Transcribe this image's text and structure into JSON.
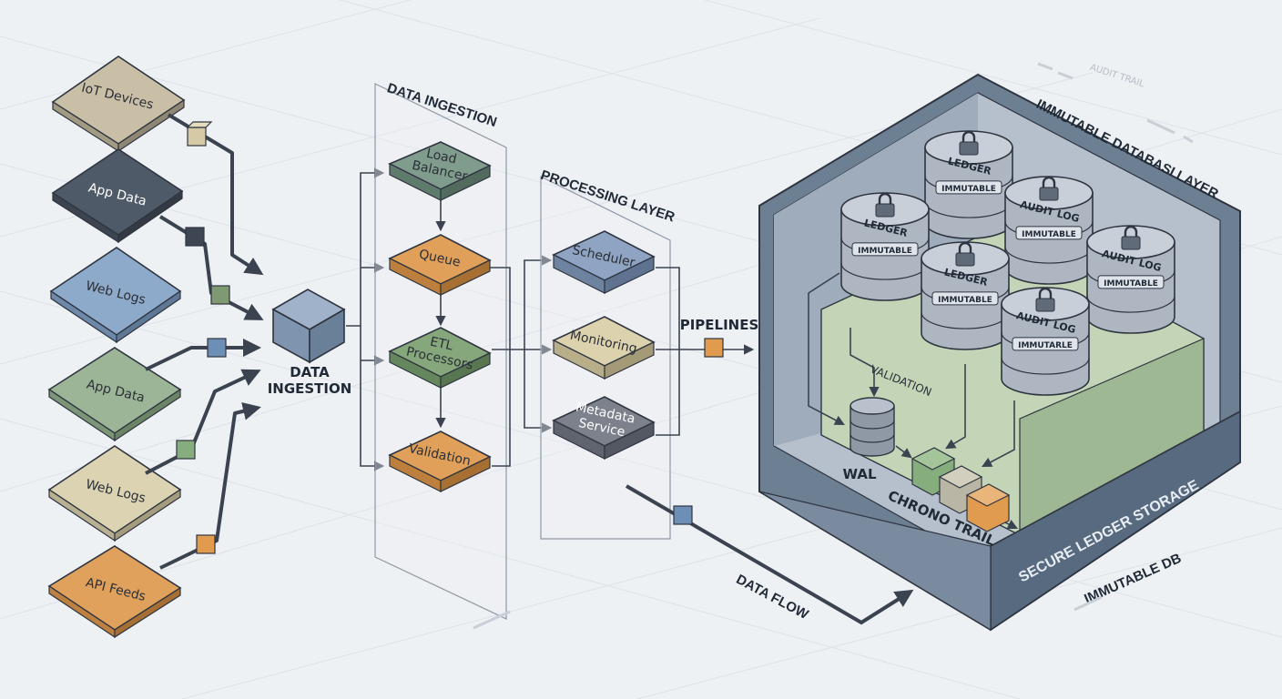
{
  "sources": [
    {
      "label": "IoT Devices",
      "color": "#c9bfa7",
      "node_color": "#d6c9a6"
    },
    {
      "label": "App Data",
      "color": "#4f5a68",
      "node_color": "#3d4652"
    },
    {
      "label": "Web Logs",
      "color": "#8eaacb",
      "node_color": "#7f9a73"
    },
    {
      "label": "App Data",
      "color": "#9bb596",
      "node_color": "#6d8fb5"
    },
    {
      "label": "Web Logs",
      "color": "#dcd3b3",
      "node_color": "#86ad7d"
    },
    {
      "label": "API Feeds",
      "color": "#e0a15c",
      "node_color": "#e09b4f"
    }
  ],
  "ingestion_hub": {
    "label_line1": "DATA",
    "label_line2": "INGESTION"
  },
  "ingestion_panel": {
    "title": "DATA INGESTION",
    "nodes": [
      {
        "label_line1": "Load",
        "label_line2": "Balancer",
        "color": "#7f9c8d"
      },
      {
        "label_line1": "Queue",
        "label_line2": "",
        "color": "#e0a05a"
      },
      {
        "label_line1": "ETL",
        "label_line2": "Processors",
        "color": "#86a77c"
      },
      {
        "label_line1": "Validation",
        "label_line2": "",
        "color": "#e0a05a"
      }
    ]
  },
  "processing_panel": {
    "title": "PROCESSING LAYER",
    "nodes": [
      {
        "label_line1": "Scheduler",
        "label_line2": "",
        "color": "#8ea4c2"
      },
      {
        "label_line1": "Monitoring",
        "label_line2": "",
        "color": "#dcd2ae"
      },
      {
        "label_line1": "Metadata",
        "label_line2": "Service",
        "color": "#7c818c"
      }
    ]
  },
  "pipelines_label": "PIPELINES",
  "data_flow_label": "DATA FLOW",
  "storage": {
    "title": "IMMUTABLE DATABASI LAYER",
    "faint_label": "AUDIT TRAIL",
    "cylinders": [
      {
        "label": "LEDGER",
        "band": "IMMUTABLE"
      },
      {
        "label": "LEDGER",
        "band": "IMMUTABLE"
      },
      {
        "label": "AUDIT LOG",
        "band": "IMMUTABLE"
      },
      {
        "label": "AUDIT LOG",
        "band": "IMMUTABLE"
      },
      {
        "label": "LEDGER",
        "band": "IMMUTABLE"
      },
      {
        "label": "AUDIT LOG",
        "band": "IMMUTARLE"
      }
    ],
    "validation_label": "VALIDATION",
    "wal_label": "WAL",
    "chrono_label": "CHRONO TRAIL",
    "front_label": "SECURE LEDGER STORAGE",
    "db_label": "IMMUTABLE DB"
  },
  "colors": {
    "background": "#eef1f4",
    "grid": "#dde2e8",
    "arrow": "#3b4350",
    "storage_frame": "#5f7186",
    "storage_inner": "#b5c0cc",
    "green_platform": "#c4d5b7",
    "cylinder": "#aeb6c1"
  }
}
